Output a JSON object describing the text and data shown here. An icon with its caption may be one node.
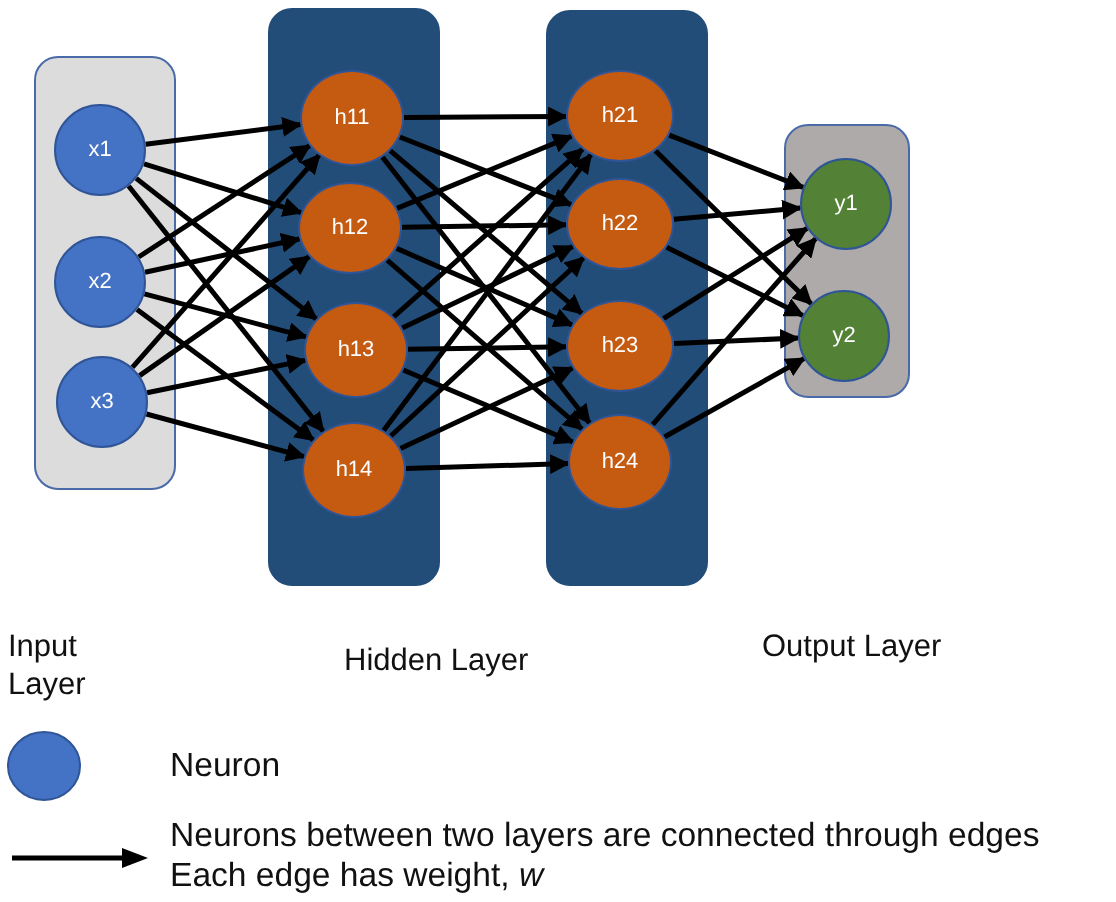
{
  "diagram": {
    "nodes": [
      {
        "text": [],
        "shape": "box"
      },
      {
        "text": [
          "x1"
        ],
        "in": 0
      },
      {
        "text": [
          "x2"
        ],
        "in": 0
      },
      {
        "text": [
          "x3"
        ],
        "in": 0
      },
      {
        "text": [],
        "shape": "box"
      },
      {
        "text": [
          "h11"
        ],
        "in": 4
      },
      {
        "text": [
          "h12"
        ],
        "in": 4
      },
      {
        "text": [
          "h13"
        ],
        "in": 4
      },
      {
        "text": [
          "h14"
        ],
        "in": 4
      },
      {
        "text": [],
        "shape": "box"
      },
      {
        "text": [
          "h21"
        ],
        "in": 9
      },
      {
        "text": [
          "h22"
        ],
        "in": 9
      },
      {
        "text": [
          "h23"
        ],
        "in": 9
      },
      {
        "text": [
          "h24"
        ],
        "in": 9
      },
      {
        "text": [],
        "shape": "box"
      },
      {
        "text": [
          "y1"
        ],
        "in": 14
      },
      {
        "text": [
          "y2"
        ],
        "in": 14
      }
    ],
    "edges": [
      {
        "from": 1,
        "to": 5,
        "arrow": "to"
      },
      {
        "from": 1,
        "to": 6,
        "arrow": "to"
      },
      {
        "from": 1,
        "to": 7,
        "arrow": "to"
      },
      {
        "from": 1,
        "to": 8,
        "arrow": "to"
      },
      {
        "from": 2,
        "to": 5,
        "arrow": "to"
      },
      {
        "from": 2,
        "to": 6,
        "arrow": "to"
      },
      {
        "from": 2,
        "to": 7,
        "arrow": "to"
      },
      {
        "from": 2,
        "to": 8,
        "arrow": "to"
      },
      {
        "from": 3,
        "to": 5,
        "arrow": "to"
      },
      {
        "from": 3,
        "to": 6,
        "arrow": "to"
      },
      {
        "from": 3,
        "to": 7,
        "arrow": "to"
      },
      {
        "from": 3,
        "to": 8,
        "arrow": "to"
      },
      {
        "from": 5,
        "to": 10,
        "arrow": "to"
      },
      {
        "from": 5,
        "to": 11,
        "arrow": "to"
      },
      {
        "from": 5,
        "to": 12,
        "arrow": "to"
      },
      {
        "from": 5,
        "to": 13,
        "arrow": "to"
      },
      {
        "from": 6,
        "to": 10,
        "arrow": "to"
      },
      {
        "from": 6,
        "to": 11,
        "arrow": "to"
      },
      {
        "from": 6,
        "to": 12,
        "arrow": "to"
      },
      {
        "from": 6,
        "to": 13,
        "arrow": "to"
      },
      {
        "from": 7,
        "to": 10,
        "arrow": "to"
      },
      {
        "from": 7,
        "to": 11,
        "arrow": "to"
      },
      {
        "from": 7,
        "to": 12,
        "arrow": "to"
      },
      {
        "from": 7,
        "to": 13,
        "arrow": "to"
      },
      {
        "from": 8,
        "to": 10,
        "arrow": "to"
      },
      {
        "from": 8,
        "to": 11,
        "arrow": "to"
      },
      {
        "from": 8,
        "to": 12,
        "arrow": "to"
      },
      {
        "from": 8,
        "to": 13,
        "arrow": "to"
      },
      {
        "from": 10,
        "to": 15,
        "arrow": "to"
      },
      {
        "from": 10,
        "to": 16,
        "arrow": "to"
      },
      {
        "from": 11,
        "to": 15,
        "arrow": "to"
      },
      {
        "from": 11,
        "to": 16,
        "arrow": "to"
      },
      {
        "from": 12,
        "to": 15,
        "arrow": "to"
      },
      {
        "from": 12,
        "to": 16,
        "arrow": "to"
      },
      {
        "from": 13,
        "to": 15,
        "arrow": "to"
      },
      {
        "from": 13,
        "to": 16,
        "arrow": "to"
      }
    ],
    "labels": [
      "Input Layer",
      "Hidden Layer",
      "Output Layer"
    ],
    "legend": [
      {
        "text": "Neuron"
      },
      {
        "text": "Neurons between two layers are connected through edges Each edge has weight, *w*"
      }
    ]
  }
}
